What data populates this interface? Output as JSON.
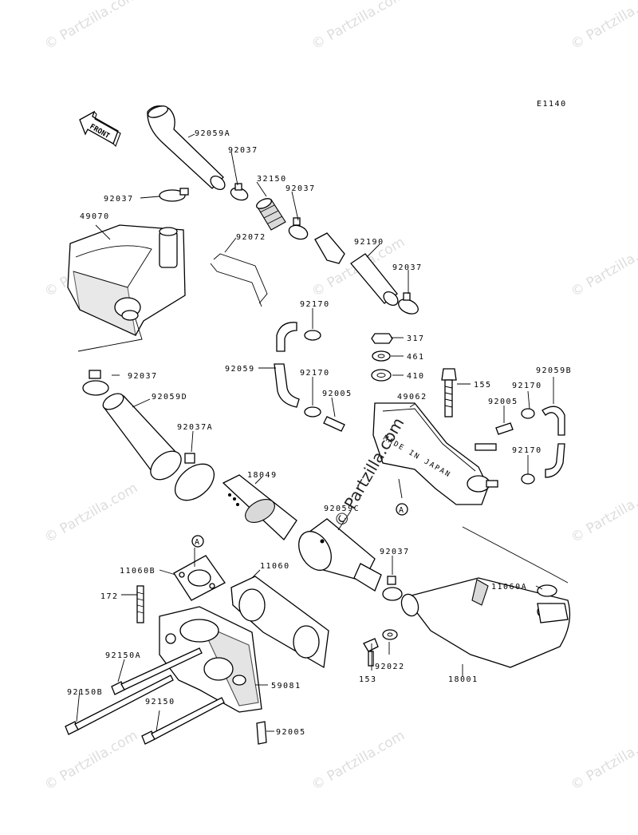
{
  "diagram_code": "E1140",
  "front_label": "FRONT",
  "made_in": "MADE IN JAPAN",
  "watermark": "© Partzilla.com",
  "watermark_center": "© Partzilla.com",
  "callout_A": "A",
  "parts": {
    "p92059A": "92059A",
    "p92037_a": "92037",
    "p32150": "32150",
    "p92037_b": "92037",
    "p92037_c": "92037",
    "p49070": "49070",
    "p92072": "92072",
    "p92190": "92190",
    "p92037_d": "92037",
    "p92170_a": "92170",
    "p317": "317",
    "p461": "461",
    "p410": "410",
    "p92059": "92059",
    "p92170_b": "92170",
    "p92037_e": "92037",
    "p155": "155",
    "p92059B": "92059B",
    "p92005_a": "92005",
    "p49062": "49062",
    "p92170_c": "92170",
    "p92005_b": "92005",
    "p92059D": "92059D",
    "p92037A": "92037A",
    "p92170_d": "92170",
    "p18049": "18049",
    "p92059C": "92059C",
    "p92037_f": "92037",
    "p11060A": "11060A",
    "p11060B": "11060B",
    "p11060": "11060",
    "p172": "172",
    "p92150A": "92150A",
    "p92022": "92022",
    "p153": "153",
    "p18001": "18001",
    "p59081": "59081",
    "p92150B": "92150B",
    "p92150": "92150",
    "p92005_c": "92005"
  }
}
